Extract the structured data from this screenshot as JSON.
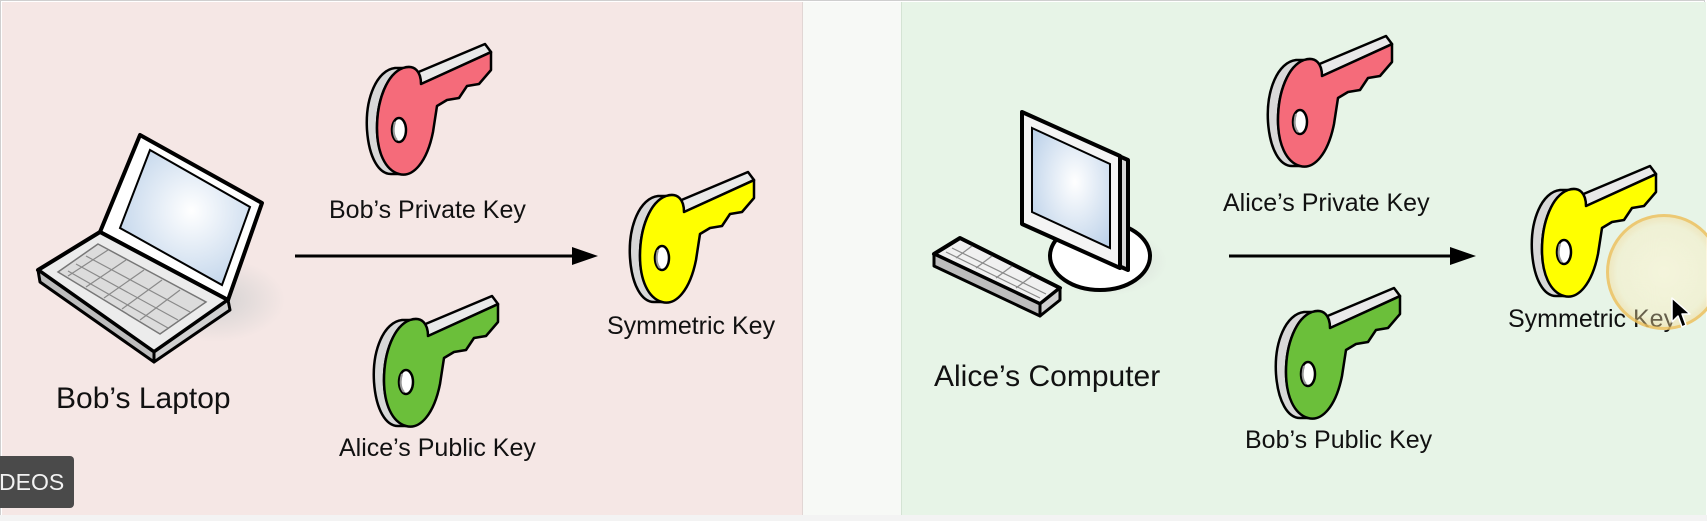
{
  "left_panel": {
    "device_label": "Bob’s Laptop",
    "private_key_label": "Bob’s Private Key",
    "public_key_label": "Alice’s Public Key",
    "result_label": "Symmetric Key",
    "background_color": "#f5e7e5"
  },
  "right_panel": {
    "device_label": "Alice’s Computer",
    "private_key_label": "Alice’s Private Key",
    "public_key_label": "Bob’s Public Key",
    "result_label": "Symmetric Key",
    "background_color": "#e7f4e7"
  },
  "key_colors": {
    "private": "#f56b7a",
    "public": "#6bbf3a",
    "symmetric": "#ffff00"
  },
  "overlay": {
    "badge_text": "DEOS"
  }
}
